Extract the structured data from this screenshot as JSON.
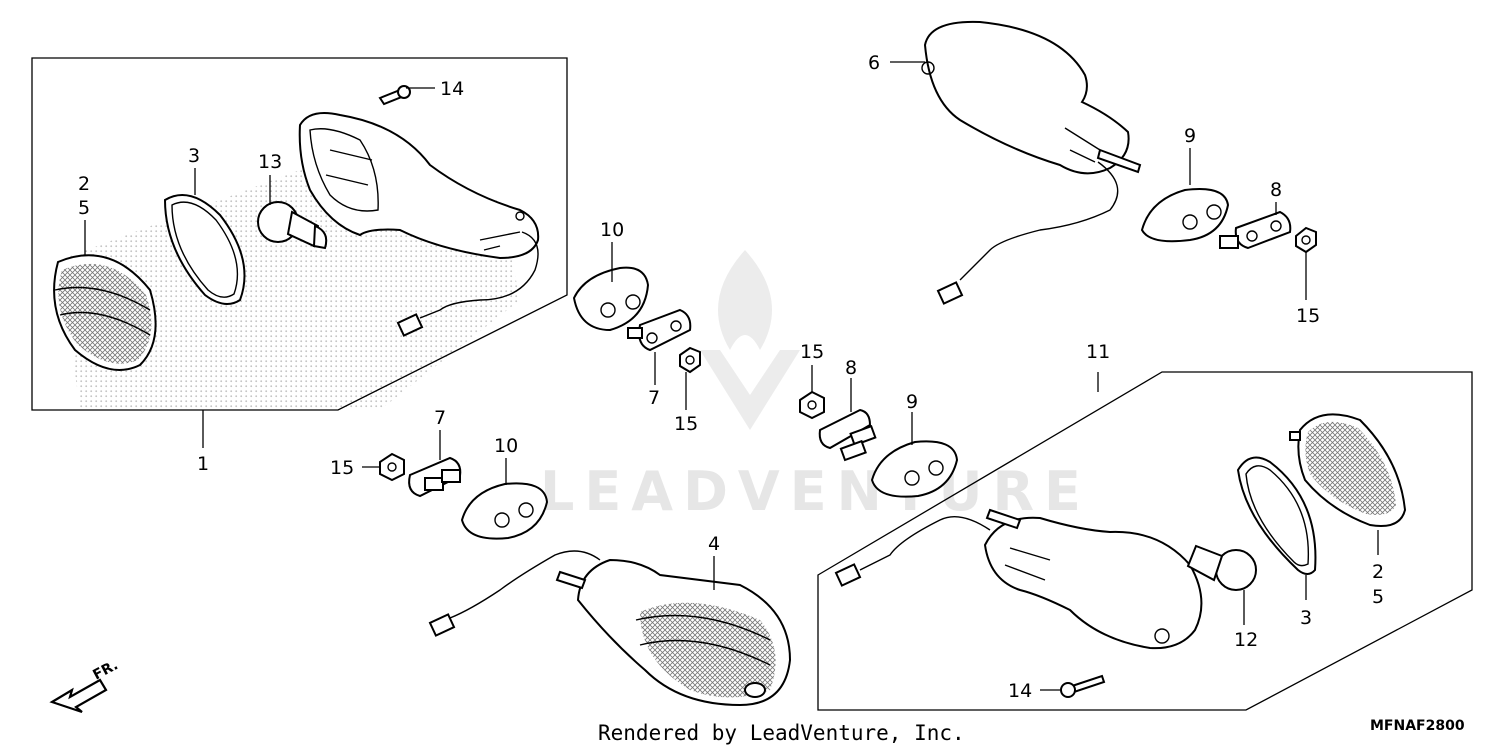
{
  "diagram": {
    "callouts": [
      {
        "id": "c1",
        "text": "1"
      },
      {
        "id": "c2a",
        "text": "2"
      },
      {
        "id": "c5a",
        "text": "5"
      },
      {
        "id": "c3a",
        "text": "3"
      },
      {
        "id": "c13",
        "text": "13"
      },
      {
        "id": "c14a",
        "text": "14"
      },
      {
        "id": "c10a",
        "text": "10"
      },
      {
        "id": "c7a",
        "text": "7"
      },
      {
        "id": "c15a",
        "text": "15"
      },
      {
        "id": "c6",
        "text": "6"
      },
      {
        "id": "c9a",
        "text": "9"
      },
      {
        "id": "c8a",
        "text": "8"
      },
      {
        "id": "c15b",
        "text": "15"
      },
      {
        "id": "c15c",
        "text": "15"
      },
      {
        "id": "c8b",
        "text": "8"
      },
      {
        "id": "c9b",
        "text": "9"
      },
      {
        "id": "c11",
        "text": "11"
      },
      {
        "id": "c15d",
        "text": "15"
      },
      {
        "id": "c7b",
        "text": "7"
      },
      {
        "id": "c10b",
        "text": "10"
      },
      {
        "id": "c4",
        "text": "4"
      },
      {
        "id": "c2b",
        "text": "2"
      },
      {
        "id": "c5b",
        "text": "5"
      },
      {
        "id": "c3b",
        "text": "3"
      },
      {
        "id": "c12",
        "text": "12"
      },
      {
        "id": "c14b",
        "text": "14"
      }
    ],
    "direction_label": "FR.",
    "watermark": "LEADVENTURE"
  },
  "footer": {
    "credit": "Rendered by LeadVenture, Inc.",
    "diagram_code": "MFNAF2800"
  }
}
